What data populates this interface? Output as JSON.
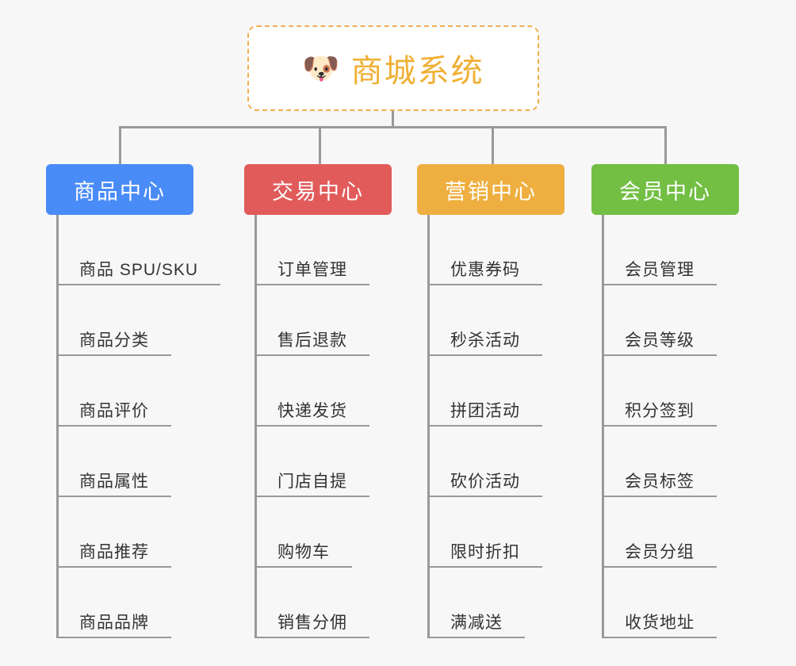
{
  "background_color": "#f7f7f7",
  "connector_color": "#999999",
  "root": {
    "icon": "dog-face-emoji",
    "emoji": "🐶",
    "title": "商城系统",
    "title_color": "#efb034",
    "border_color": "#f0ad4e"
  },
  "columns": [
    {
      "id": "product-center",
      "title": "商品中心",
      "color": "#4a8cf7",
      "items": [
        "商品 SPU/SKU",
        "商品分类",
        "商品评价",
        "商品属性",
        "商品推荐",
        "商品品牌"
      ]
    },
    {
      "id": "trade-center",
      "title": "交易中心",
      "color": "#e15b5b",
      "items": [
        "订单管理",
        "售后退款",
        "快递发货",
        "门店自提",
        "购物车",
        "销售分佣"
      ]
    },
    {
      "id": "marketing-center",
      "title": "营销中心",
      "color": "#eeaf40",
      "items": [
        "优惠券码",
        "秒杀活动",
        "拼团活动",
        "砍价活动",
        "限时折扣",
        "满减送"
      ]
    },
    {
      "id": "member-center",
      "title": "会员中心",
      "color": "#72bf44",
      "items": [
        "会员管理",
        "会员等级",
        "积分签到",
        "会员标签",
        "会员分组",
        "收货地址"
      ]
    }
  ]
}
